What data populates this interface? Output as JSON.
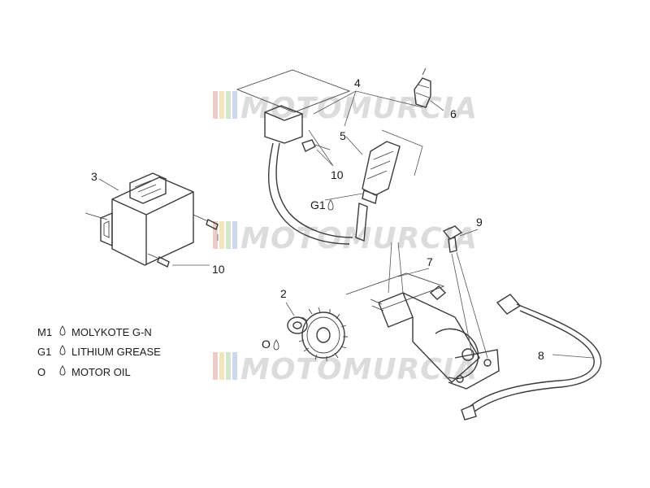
{
  "watermark": {
    "text": "MOTOMURCIA",
    "colors": [
      "#e9c7c1",
      "#f1e2b6",
      "#cfe3c7",
      "#c9d3e9",
      "#d9d9d9"
    ]
  },
  "callouts": {
    "p2": "2",
    "p3": "3",
    "p4": "4",
    "p5": "5",
    "p6": "6",
    "p7": "7",
    "p8": "8",
    "p9": "9",
    "p10a": "10",
    "p10b": "10"
  },
  "inline_marks": {
    "g1_mark": "G1",
    "o_mark": "O"
  },
  "legend": [
    {
      "code": "M1",
      "text": "MOLYKOTE G-N"
    },
    {
      "code": "G1",
      "text": "LITHIUM GREASE"
    },
    {
      "code": "O",
      "text": "MOTOR OIL"
    }
  ]
}
